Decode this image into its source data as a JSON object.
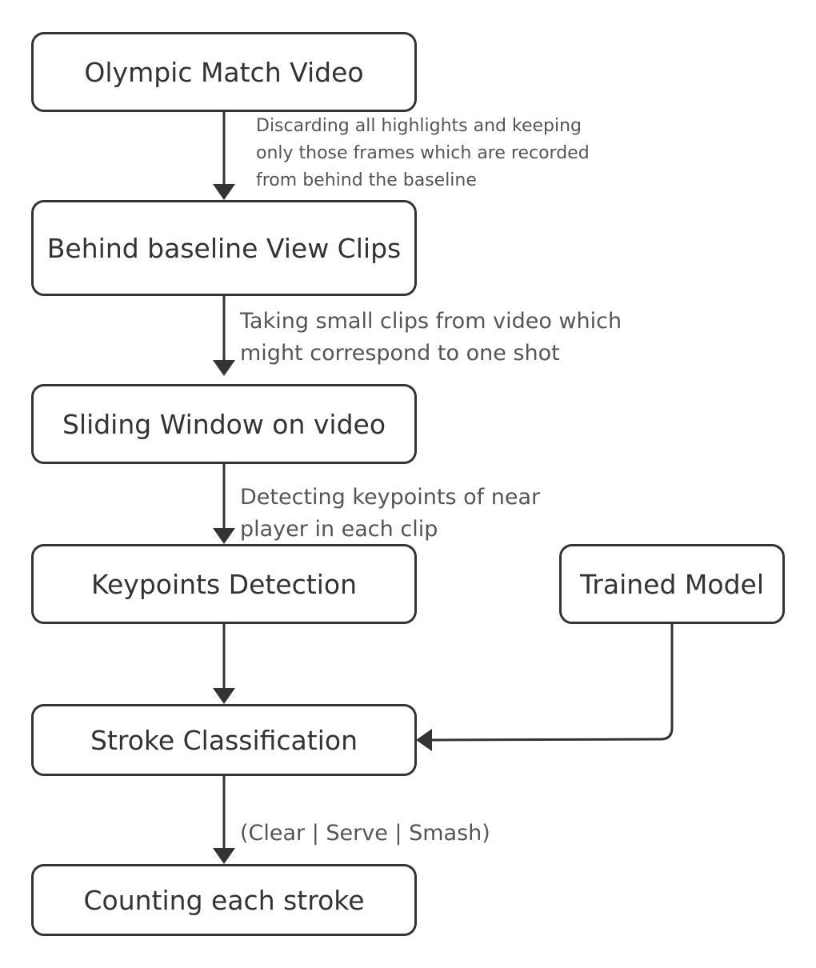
{
  "diagram": {
    "nodes": {
      "olympic_match_video": "Olympic Match Video",
      "behind_baseline_view_clips": "Behind baseline View Clips",
      "sliding_window_on_video": "Sliding Window on video",
      "keypoints_detection": "Keypoints Detection",
      "trained_model": "Trained Model",
      "stroke_classification": "Stroke Classification",
      "counting_each_stroke": "Counting each stroke"
    },
    "edge_labels": {
      "video_to_clips": "Discarding all highlights and keeping only those frames which are recorded from behind the baseline",
      "clips_to_window": "Taking small clips from video which might correspond to one shot",
      "window_to_keypoints": "Detecting keypoints of near player in each clip",
      "classification_to_counting": "(Clear | Serve | Smash)"
    },
    "colors": {
      "stroke": "#333333",
      "label_text": "#555555",
      "background": "#ffffff"
    }
  }
}
